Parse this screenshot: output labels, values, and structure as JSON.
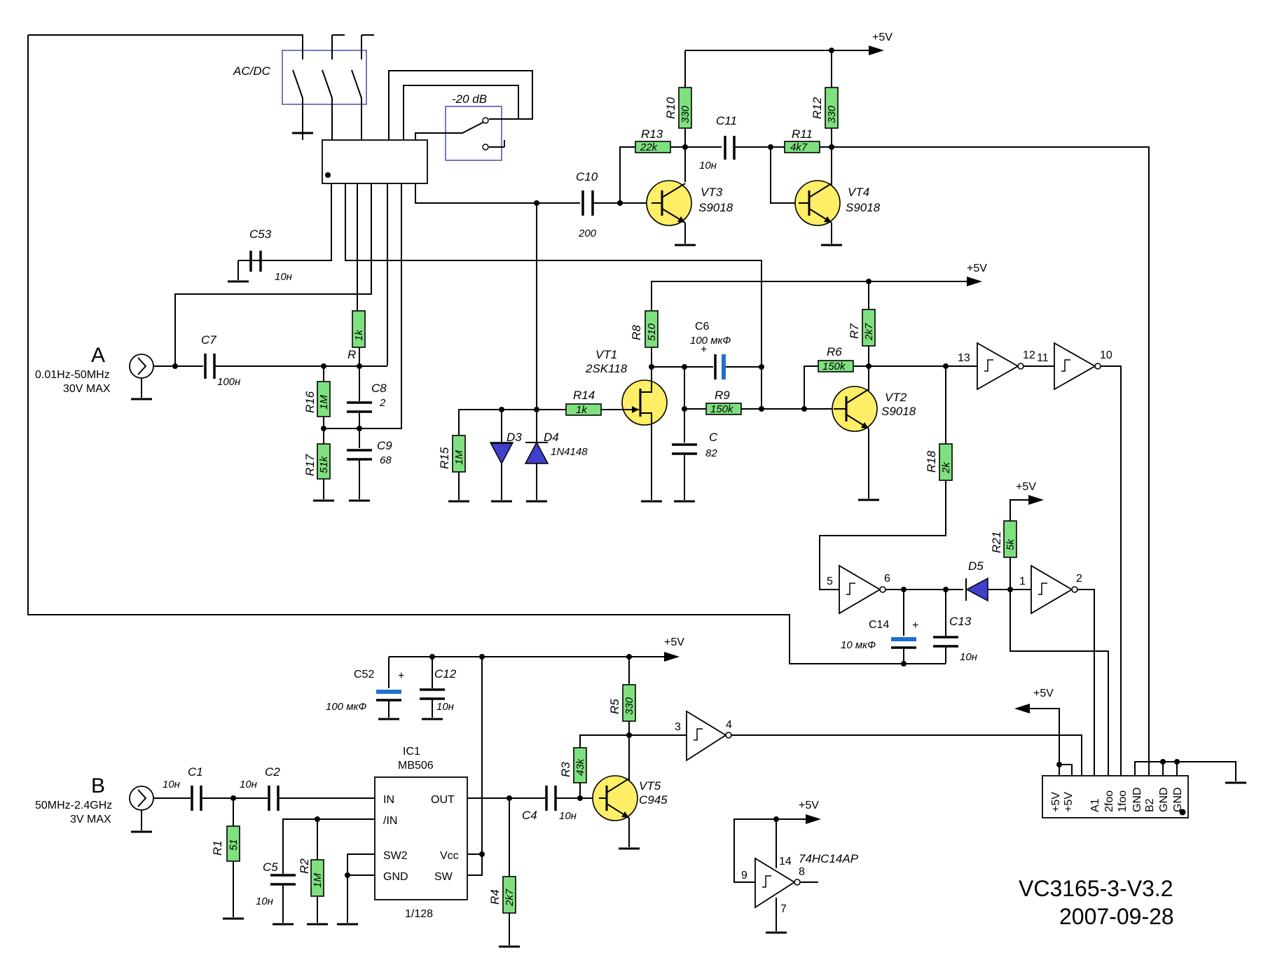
{
  "labels": {
    "ac_dc": "AC/DC",
    "att": "-20 dB",
    "input_a": "A",
    "input_a_freq": "0.01Hz-50MHz",
    "input_a_max": "30V MAX",
    "input_b": "B",
    "input_b_freq": "50MHz-2.4GHz",
    "input_b_max": "3V MAX",
    "vcc": "+5V",
    "ic1": "IC1",
    "ic1_part": "MB506",
    "ic1_div": "1/128",
    "ic1_in": "IN",
    "ic1_nin": "/IN",
    "ic1_sw2": "SW2",
    "ic1_gnd": "GND",
    "ic1_out": "OUT",
    "ic1_vcc": "Vcc",
    "ic1_sw": "SW",
    "hc14": "74HC14AP",
    "title": "VC3165-3-V3.2",
    "date": "2007-09-28"
  },
  "connector": [
    "+5V",
    "+5V",
    "A1",
    "2foo",
    "1foo",
    "GND",
    "B2",
    "GND",
    "GND"
  ],
  "resistors": {
    "R10": "330",
    "R12": "330",
    "R13": "22k",
    "R11": "4k7",
    "R_in": "1k",
    "R_in_name": "R",
    "R16": "1M",
    "R17": "51k",
    "R8": "510",
    "R7": "2k7",
    "R6": "150k",
    "R9": "150k",
    "R14": "1k",
    "R15": "1M",
    "R18": "2k",
    "R21": "5k",
    "R1": "51",
    "R2": "1M",
    "R3": "43k",
    "R4": "2k7",
    "R5": "330"
  },
  "capacitors": {
    "C53": "C53",
    "C53_v": "10н",
    "C10": "C10",
    "C10_v": "200",
    "C11": "C11",
    "C11_v": "10н",
    "C7": "C7",
    "C7_v": "100н",
    "C8": "C8",
    "C8_v": "2",
    "C9": "C9",
    "C9_v": "68",
    "C6": "C6",
    "C6_v": "100 мкФ",
    "C": "C",
    "C_v": "82",
    "C14": "C14",
    "C14_v": "10 мкФ",
    "C13": "C13",
    "C13_v": "10н",
    "C52": "C52",
    "C52_v": "100 мкФ",
    "C12": "C12",
    "C12_v": "10н",
    "C1": "C1",
    "C1_v": "10н",
    "C2": "C2",
    "C2_v": "10н",
    "C5": "C5",
    "C5_v": "10н",
    "C4": "C4",
    "C4_v": "10н"
  },
  "semis": {
    "VT3": "VT3",
    "VT3_t": "S9018",
    "VT4": "VT4",
    "VT4_t": "S9018",
    "VT1": "VT1",
    "VT1_t": "2SK118",
    "VT2": "VT2",
    "VT2_t": "S9018",
    "VT5": "VT5",
    "VT5_t": "C945",
    "D3": "D3",
    "D4": "D4",
    "D4_t": "1N4148",
    "D5": "D5"
  },
  "pins": {
    "p13": "13",
    "p12": "12",
    "p11": "11",
    "p10": "10",
    "p5": "5",
    "p6": "6",
    "p1": "1",
    "p2": "2",
    "p3": "3",
    "p4": "4",
    "p9": "9",
    "p8": "8",
    "p14": "14",
    "p7": "7"
  }
}
